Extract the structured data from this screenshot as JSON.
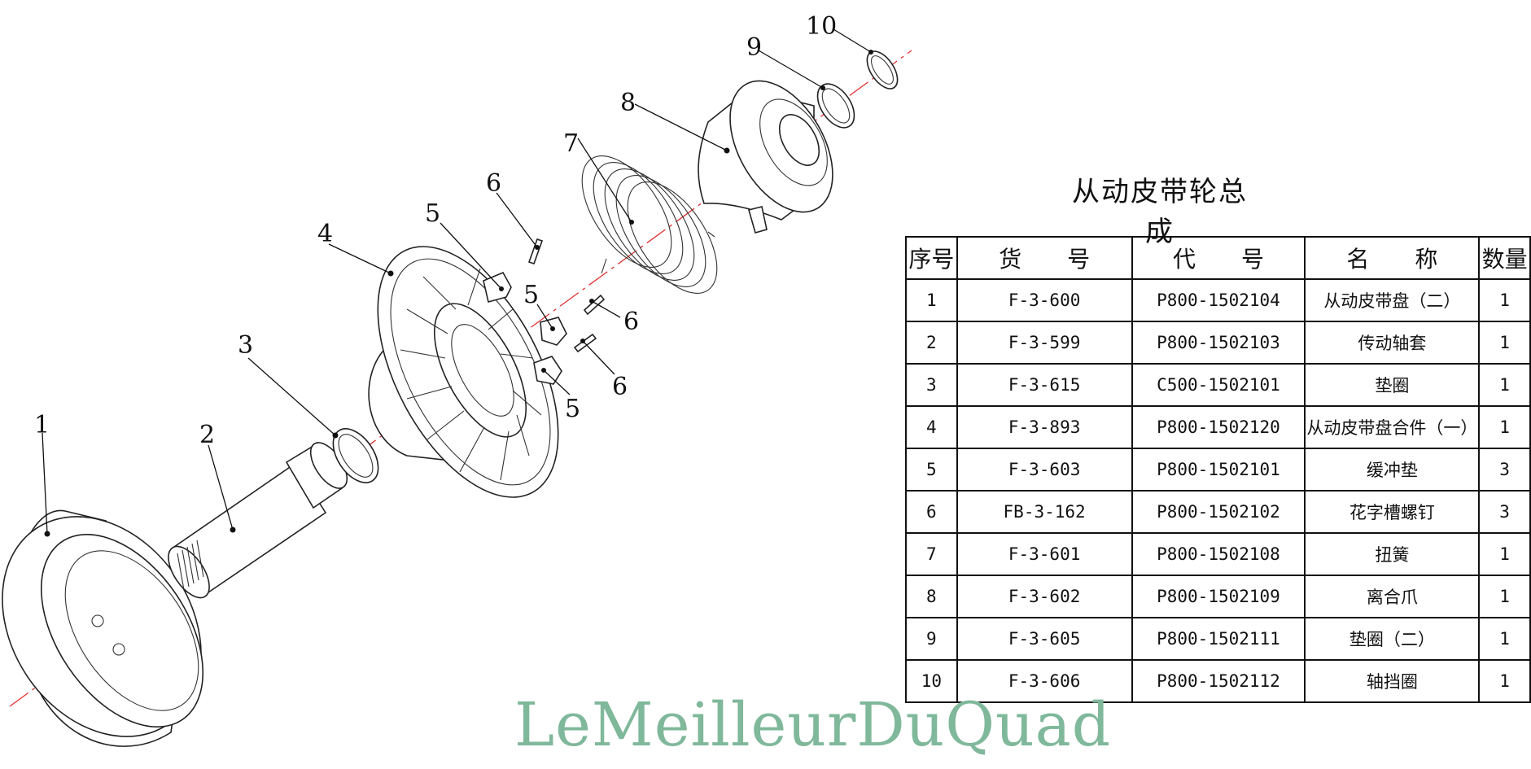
{
  "callouts": {
    "c1": "1",
    "c2": "2",
    "c3": "3",
    "c4": "4",
    "c5a": "5",
    "c5b": "5",
    "c5c": "5",
    "c6a": "6",
    "c6b": "6",
    "c6c": "6",
    "c7": "7",
    "c8": "8",
    "c9": "9",
    "c10": "10"
  },
  "table": {
    "title": "从动皮带轮总成",
    "headers": {
      "index": "序号",
      "part_no": "货　　号",
      "code": "代　　号",
      "name": "名　　称",
      "qty": "数量"
    },
    "rows": [
      {
        "index": "1",
        "part_no": "F-3-600",
        "code": "P800-1502104",
        "name": "从动皮带盘（二）",
        "qty": "1"
      },
      {
        "index": "2",
        "part_no": "F-3-599",
        "code": "P800-1502103",
        "name": "传动轴套",
        "qty": "1"
      },
      {
        "index": "3",
        "part_no": "F-3-615",
        "code": "C500-1502101",
        "name": "垫圈",
        "qty": "1"
      },
      {
        "index": "4",
        "part_no": "F-3-893",
        "code": "P800-1502120",
        "name": "从动皮带盘合件（一）",
        "qty": "1"
      },
      {
        "index": "5",
        "part_no": "F-3-603",
        "code": "P800-1502101",
        "name": "缓冲垫",
        "qty": "3"
      },
      {
        "index": "6",
        "part_no": "FB-3-162",
        "code": "P800-1502102",
        "name": "花字槽螺钉",
        "qty": "3"
      },
      {
        "index": "7",
        "part_no": "F-3-601",
        "code": "P800-1502108",
        "name": "扭簧",
        "qty": "1"
      },
      {
        "index": "8",
        "part_no": "F-3-602",
        "code": "P800-1502109",
        "name": "离合爪",
        "qty": "1"
      },
      {
        "index": "9",
        "part_no": "F-3-605",
        "code": "P800-1502111",
        "name": "垫圈（二）",
        "qty": "1"
      },
      {
        "index": "10",
        "part_no": "F-3-606",
        "code": "P800-1502112",
        "name": "轴挡圈",
        "qty": "1"
      }
    ]
  },
  "watermark": "LeMeilleurDuQuad",
  "colors": {
    "axis": "#e03030",
    "watermark": "#7fb89a",
    "line": "#111111"
  }
}
